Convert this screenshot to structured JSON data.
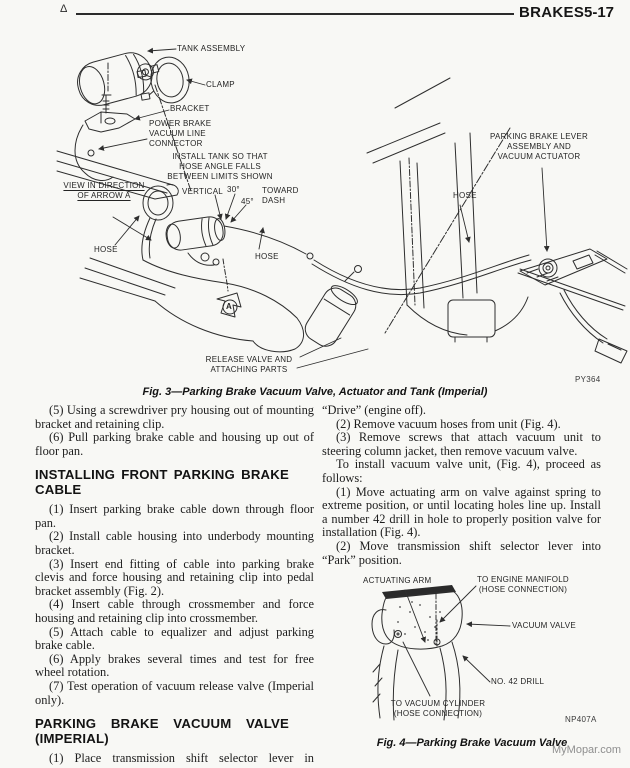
{
  "header": {
    "corner_marker": "Δ",
    "section_title": "BRAKES",
    "page_number": "5-17"
  },
  "fig3": {
    "caption": "Fig. 3—Parking Brake Vacuum Valve, Actuator and Tank (Imperial)",
    "part_code": "PY364",
    "labels": {
      "tank_assembly": "TANK ASSEMBLY",
      "clamp": "CLAMP",
      "bracket": "BRACKET",
      "power_brake_connector": "POWER BRAKE\nVACUUM LINE\nCONNECTOR",
      "install_note": "INSTALL TANK SO THAT\nHOSE ANGLE FALLS\nBETWEEN LIMITS SHOWN",
      "view_direction": "VIEW IN DIRECTION\nOF ARROW A",
      "vertical": "VERTICAL",
      "angle_30": "30°",
      "angle_45": "45°",
      "toward_dash": "TOWARD\nDASH",
      "hose_left": "HOSE",
      "hose_center": "HOSE",
      "hose_right": "HOSE",
      "lever_assembly": "PARKING BRAKE LEVER\nASSEMBLY AND\nVACUUM ACTUATOR",
      "release_valve": "RELEASE VALVE AND\nATTACHING PARTS",
      "arrow_a": "A"
    }
  },
  "columns": {
    "left": {
      "blocks": [
        {
          "text": "(5) Using a screwdriver pry housing out of mounting bracket and retaining clip."
        },
        {
          "text": "(6) Pull parking brake cable and housing up out of floor pan."
        },
        {
          "text": "INSTALLING FRONT PARKING BRAKE CABLE"
        },
        {
          "text": "(1) Insert parking brake cable down through floor pan."
        },
        {
          "text": "(2) Install cable housing into underbody mounting bracket."
        },
        {
          "text": "(3) Insert end fitting of cable into parking brake clevis and force housing and retaining clip into pedal bracket assembly (Fig. 2)."
        },
        {
          "text": "(4) Insert cable through crossmember and force housing and retaining clip into crossmember."
        },
        {
          "text": "(5) Attach cable to equalizer and adjust parking brake cable."
        },
        {
          "text": "(6) Apply brakes several times and test for free wheel rotation."
        },
        {
          "text": "(7) Test operation of vacuum release valve (Imperial only)."
        },
        {
          "text": "PARKING BRAKE VACUUM VALVE (IMPERIAL)"
        },
        {
          "text": "(1) Place transmission shift selector lever in"
        }
      ]
    },
    "right": {
      "blocks": [
        {
          "text": "“Drive” (engine off)."
        },
        {
          "text": "(2) Remove vacuum hoses from unit (Fig. 4)."
        },
        {
          "text": "(3) Remove screws that attach vacuum unit to steering column jacket, then remove vacuum valve."
        },
        {
          "text": "To install vacuum valve unit, (Fig. 4), proceed as follows:"
        },
        {
          "text": "(1) Move actuating arm on valve against spring to extreme position, or until locating holes line up. Install a number 42 drill in hole to properly position valve for installation (Fig. 4)."
        },
        {
          "text": "(2) Move transmission shift selector lever into “Park” position."
        }
      ]
    }
  },
  "fig4": {
    "caption": "Fig. 4—Parking Brake Vacuum Valve",
    "part_code": "NP407A",
    "labels": {
      "actuating_arm": "ACTUATING ARM",
      "engine_manifold": "TO ENGINE MANIFOLD\n(HOSE CONNECTION)",
      "vacuum_valve": "VACUUM VALVE",
      "no42_drill": "NO. 42 DRILL",
      "vacuum_cylinder": "TO VACUUM CYLINDER\n(HOSE CONNECTION)"
    }
  },
  "watermark": "MyMopar.com"
}
